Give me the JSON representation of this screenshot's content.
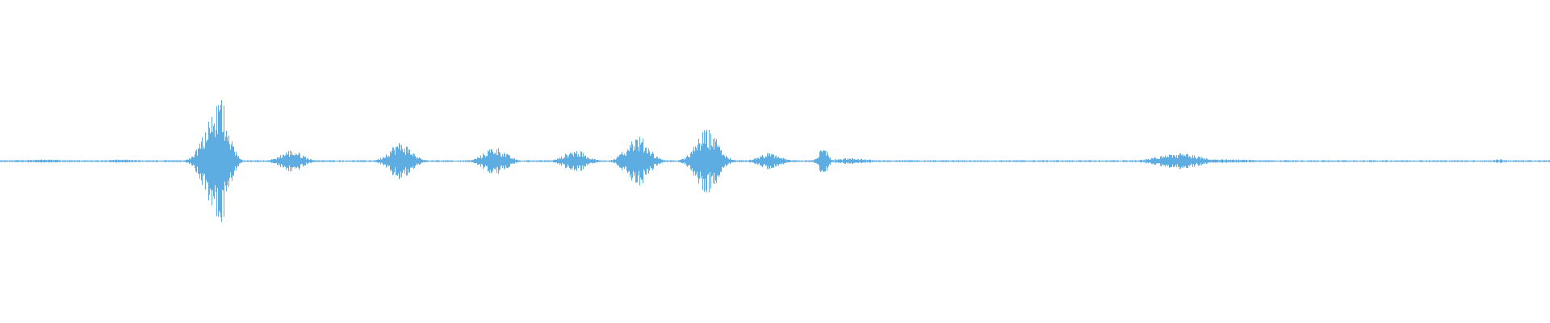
{
  "colors": {
    "background": "#ffffff",
    "waveform": "#5dade2"
  },
  "waveform": {
    "baseline_amplitude": 0.006,
    "bursts": [
      {
        "center": 0.026,
        "width": 0.03,
        "amplitude": 0.01
      },
      {
        "center": 0.078,
        "width": 0.02,
        "amplitude": 0.01
      },
      {
        "center": 0.138,
        "width": 0.012,
        "amplitude": 0.3
      },
      {
        "center": 0.142,
        "width": 0.009,
        "amplitude": 0.4
      },
      {
        "center": 0.188,
        "width": 0.012,
        "amplitude": 0.07
      },
      {
        "center": 0.258,
        "width": 0.012,
        "amplitude": 0.12
      },
      {
        "center": 0.319,
        "width": 0.012,
        "amplitude": 0.09
      },
      {
        "center": 0.371,
        "width": 0.012,
        "amplitude": 0.07
      },
      {
        "center": 0.411,
        "width": 0.012,
        "amplitude": 0.16
      },
      {
        "center": 0.456,
        "width": 0.012,
        "amplitude": 0.2
      },
      {
        "center": 0.496,
        "width": 0.012,
        "amplitude": 0.05
      },
      {
        "center": 0.531,
        "width": 0.005,
        "amplitude": 0.09
      },
      {
        "center": 0.548,
        "width": 0.02,
        "amplitude": 0.018
      },
      {
        "center": 0.76,
        "width": 0.022,
        "amplitude": 0.05
      },
      {
        "center": 0.79,
        "width": 0.03,
        "amplitude": 0.012
      },
      {
        "center": 0.967,
        "width": 0.006,
        "amplitude": 0.012
      }
    ]
  }
}
